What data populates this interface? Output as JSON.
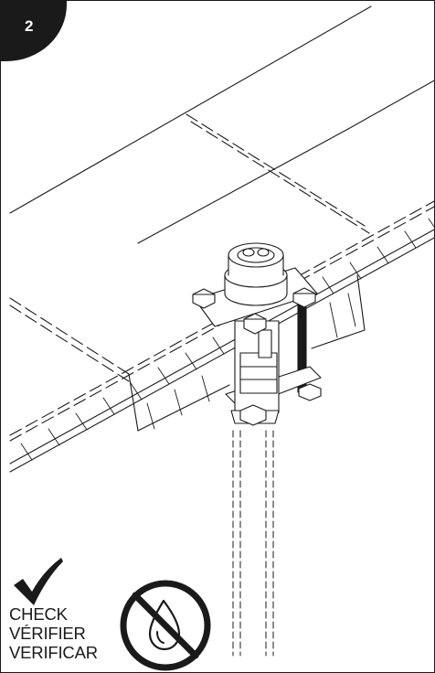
{
  "step": {
    "number": "2"
  },
  "checklist": {
    "lines": [
      "CHECK",
      "VÉRIFIER",
      "VERIFICAR"
    ]
  },
  "icons": {
    "check": "checkmark-icon",
    "no_water": "no-water-drop-icon"
  },
  "colors": {
    "ink": "#1a1a1a",
    "paper": "#ffffff"
  }
}
